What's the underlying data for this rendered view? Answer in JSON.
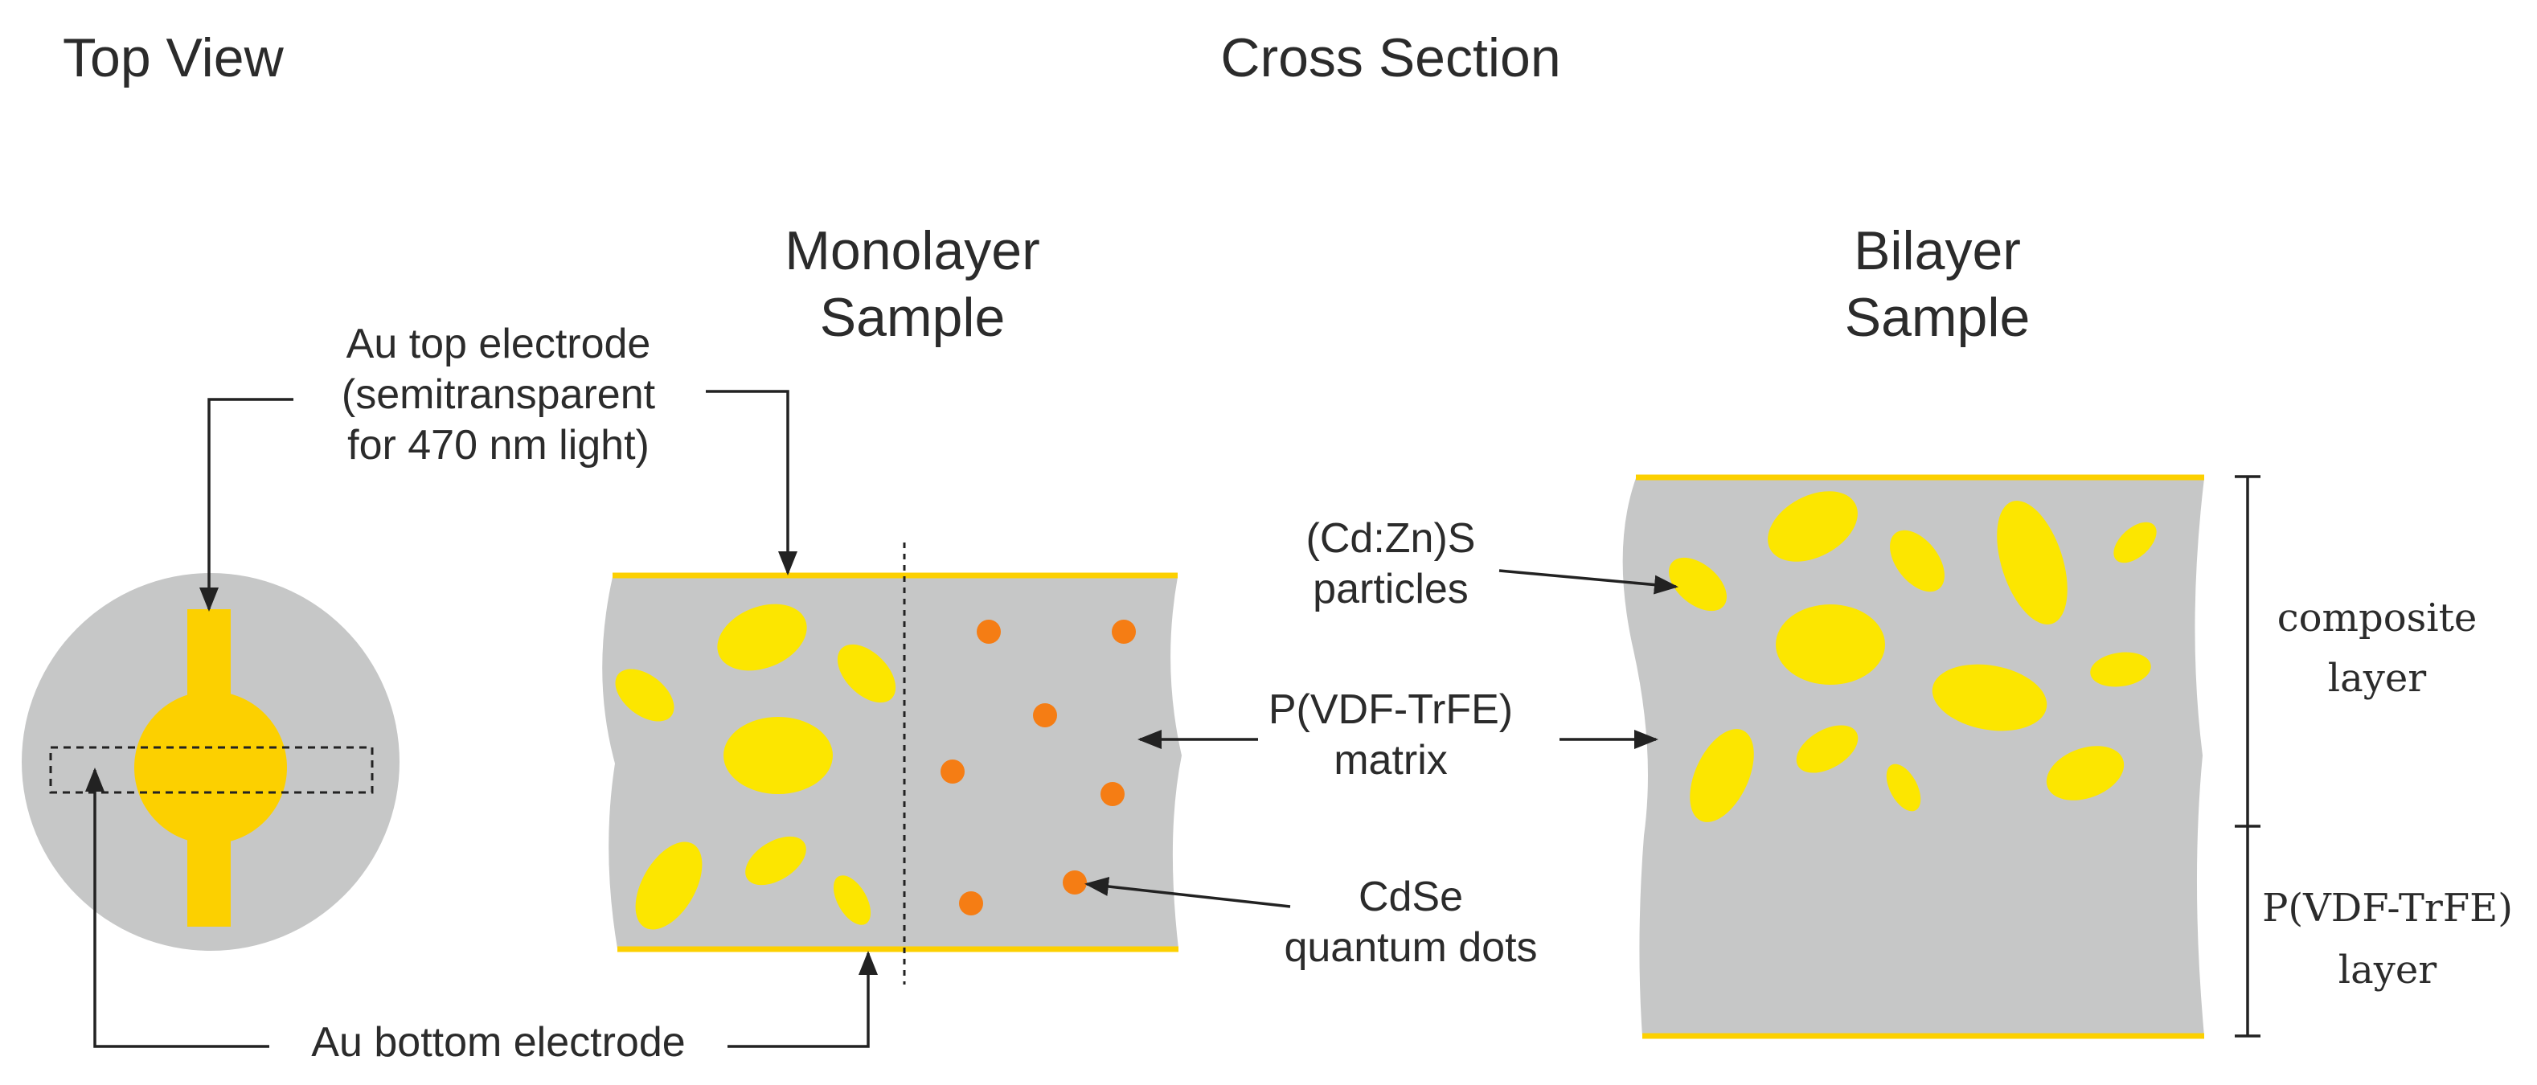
{
  "headings": {
    "top_view": "Top View",
    "cross_section": "Cross Section",
    "monolayer_line1": "Monolayer",
    "monolayer_line2": "Sample",
    "bilayer_line1": "Bilayer",
    "bilayer_line2": "Sample"
  },
  "labels": {
    "au_top_line1": "Au top electrode",
    "au_top_line2": "(semitransparent",
    "au_top_line3": "for 470 nm light)",
    "au_bottom": "Au bottom electrode",
    "cdzns_line1": "(Cd:Zn)S",
    "cdzns_line2": "particles",
    "matrix_line1": "P(VDF-TrFE)",
    "matrix_line2": "matrix",
    "cdse_line1": "CdSe",
    "cdse_line2": "quantum dots",
    "composite_line1": "composite",
    "composite_line2": "layer",
    "pvdf_layer_line1": "P(VDF-TrFE)",
    "pvdf_layer_line2": "layer"
  },
  "colors": {
    "matrix_gray": "#c6c7c7",
    "electrode_gold": "#fcd000",
    "particle_yellow": "#fce600",
    "quantum_dot_orange": "#f57d14",
    "line_dark": "#222222"
  }
}
